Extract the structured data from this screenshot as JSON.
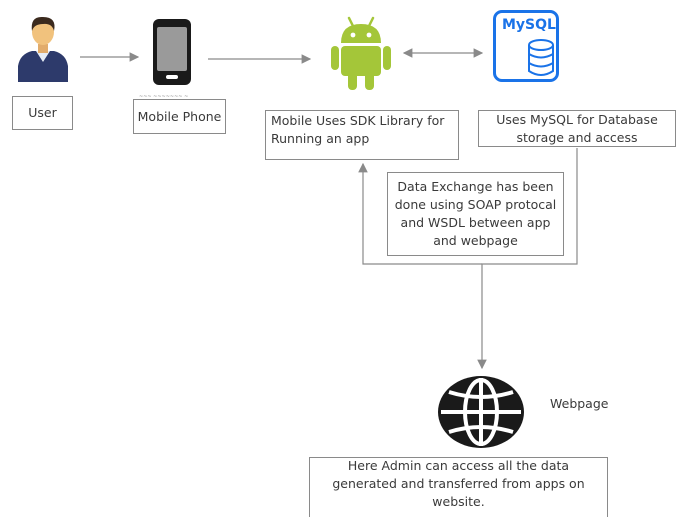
{
  "diagram": {
    "user": {
      "label": "User"
    },
    "phone": {
      "label": "Mobile Phone",
      "tiny_caption": "~~~ ~~~~~~~ ~"
    },
    "android": {
      "label": "Mobile Uses SDK Library for Running an app"
    },
    "mysql": {
      "logo_text": "MySQL",
      "label": "Uses MySQL for Database storage and access"
    },
    "exchange": {
      "label": "Data Exchange has been done using SOAP protocal and WSDL between app and webpage"
    },
    "webpage": {
      "label": "Webpage",
      "description": "Here Admin can access all the data generated and transferred from apps on website."
    }
  },
  "colors": {
    "android_green": "#a4c639",
    "mysql_blue": "#1a73e8",
    "user_shirt": "#2d3a6b",
    "skin": "#f1c27d",
    "line": "#8a8a8a"
  }
}
